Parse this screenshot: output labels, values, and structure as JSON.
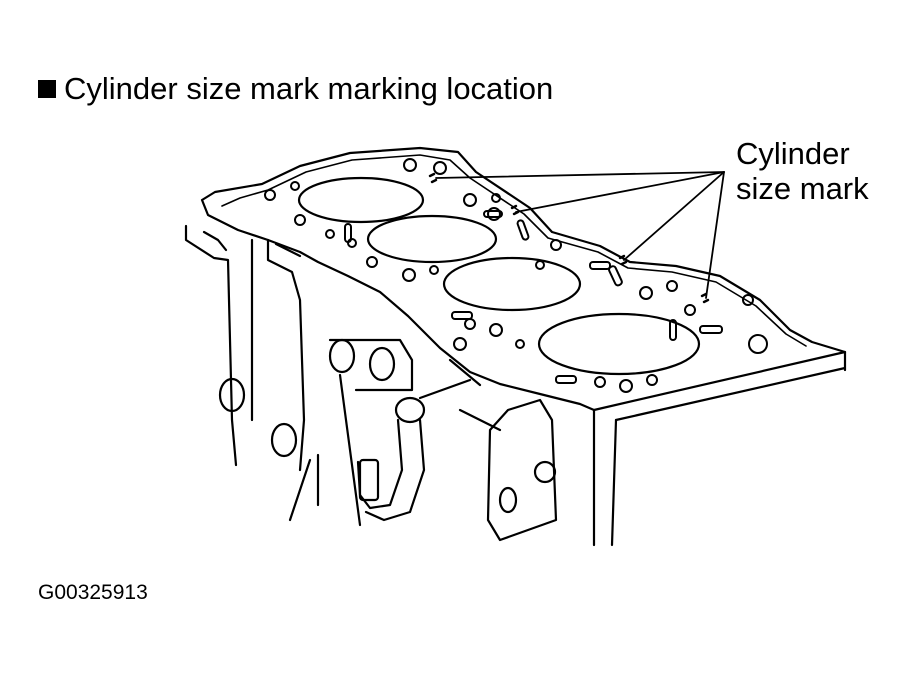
{
  "title": "Cylinder size mark marking location",
  "callout": {
    "line1": "Cylinder",
    "line2": "size mark"
  },
  "figure_id": "G00325913",
  "icons": {
    "title_bullet": "black-square-bullet"
  },
  "colors": {
    "ink": "#000000",
    "paper": "#ffffff"
  }
}
